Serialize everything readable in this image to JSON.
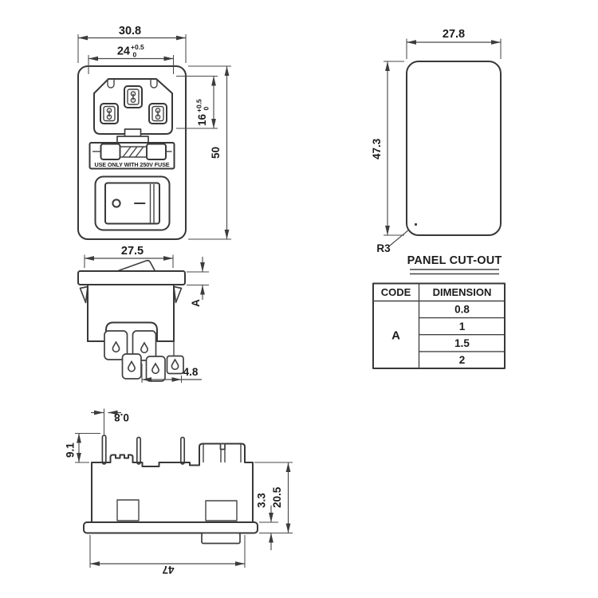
{
  "colors": {
    "line": "#383838",
    "text": "#1c1c1c",
    "background": "#ffffff"
  },
  "front_view": {
    "dim_overall_width": "30.8",
    "dim_opening_width": "24",
    "dim_opening_width_tol_plus": "+0.5",
    "dim_opening_width_tol_minus": "0",
    "dim_opening_height": "16",
    "dim_opening_height_tol_plus": "+0.5",
    "dim_opening_height_tol_minus": "0",
    "dim_overall_height": "50",
    "fuse_warning": "USE ONLY WITH 250V FUSE"
  },
  "panel_cutout_view": {
    "dim_width": "27.8",
    "dim_height": "47.3",
    "corner_radius": "R3",
    "caption": "PANEL CUT-OUT"
  },
  "dimension_table": {
    "header_code": "CODE",
    "header_dimension": "DIMENSION",
    "code_value": "A",
    "dimension_values": [
      "0.8",
      "1",
      "1.5",
      "2"
    ]
  },
  "switch_view": {
    "dim_width": "27.5",
    "dim_panel_thickness": "A",
    "dim_terminal_width": "4.8"
  },
  "side_view": {
    "dim_terminal_thickness": "0.8",
    "dim_terminal_length": "9.1",
    "dim_flange_thickness": "3.3",
    "dim_body_depth": "20.5",
    "dim_overall_length": "47"
  }
}
